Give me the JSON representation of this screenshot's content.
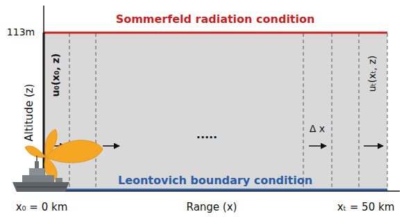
{
  "diagram": {
    "labels": [
      "113m",
      "Sommerfeld radiation condition",
      "Altitude (z)",
      "u₀(x₀, z)",
      "Δ x",
      "uₜ(xₜ, z)",
      ".....",
      "Leontovich boundary condition",
      "x₀ = 0 km",
      "Range (x)",
      "xₜ = 50 km"
    ]
  }
}
